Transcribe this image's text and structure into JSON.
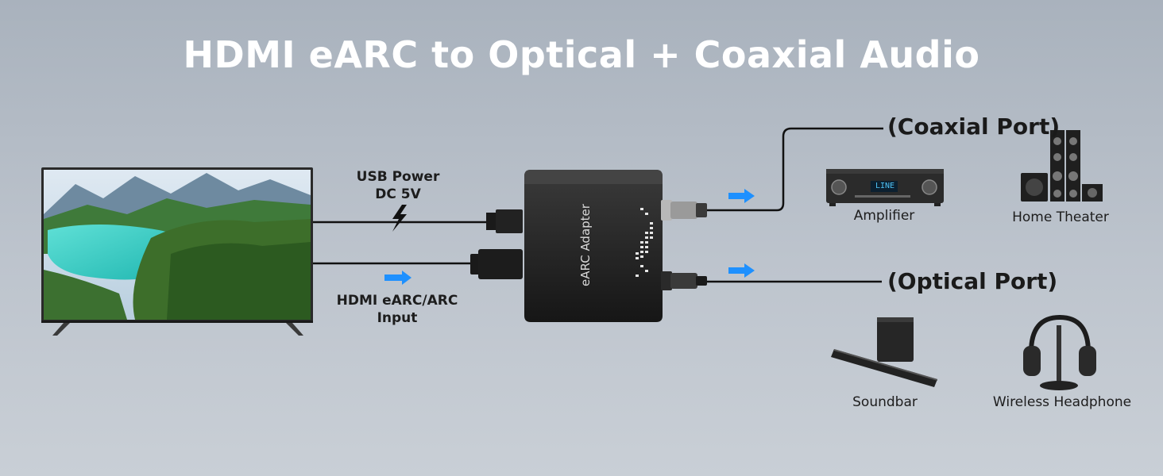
{
  "title": "HDMI eARC to Optical + Coaxial Audio",
  "labels": {
    "usb_power_line1": "USB Power",
    "usb_power_line2": "DC 5V",
    "hdmi_input_line1": "HDMI eARC/ARC",
    "hdmi_input_line2": "Input",
    "coaxial_port": "(Coaxial Port)",
    "optical_port": "(Optical Port)",
    "device_brand": "eARC Adapter"
  },
  "devices": {
    "amplifier": "Amplifier",
    "home_theater": "Home Theater",
    "soundbar": "Soundbar",
    "wireless_headphone": "Wireless Headphone",
    "amplifier_display": "LINE"
  },
  "colors": {
    "arrow": "#1e90ff",
    "background": "#b3bbc5",
    "title": "#ffffff"
  },
  "icons": [
    "tv-icon",
    "lightning-icon",
    "arrow-right-icon",
    "adapter-icon",
    "amplifier-icon",
    "speaker-icon",
    "soundbar-icon",
    "headphone-icon"
  ]
}
